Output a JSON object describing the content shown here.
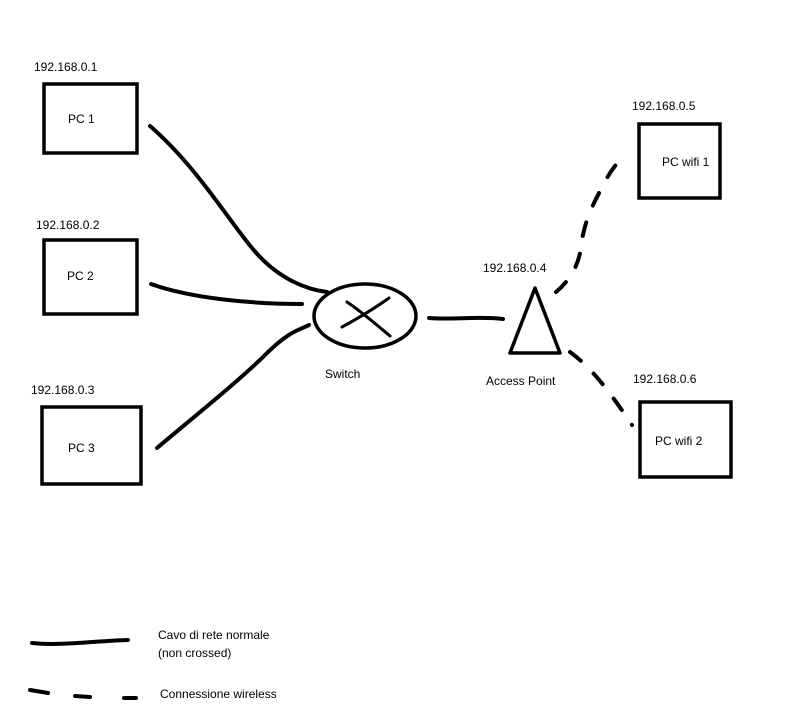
{
  "nodes": {
    "pc1": {
      "ip": "192.168.0.1",
      "label": "PC 1"
    },
    "pc2": {
      "ip": "192.168.0.2",
      "label": "PC 2"
    },
    "pc3": {
      "ip": "192.168.0.3",
      "label": "PC 3"
    },
    "switch": {
      "label": "Switch"
    },
    "access_point": {
      "ip": "192.168.0.4",
      "label": "Access Point"
    },
    "pc_wifi1": {
      "ip": "192.168.0.5",
      "label": "PC wifi 1"
    },
    "pc_wifi2": {
      "ip": "192.168.0.6",
      "label": "PC wifi 2"
    }
  },
  "legend": {
    "cable_label_line1": "Cavo di rete normale",
    "cable_label_line2": "(non crossed)",
    "wireless_label": "Connessione wireless"
  }
}
